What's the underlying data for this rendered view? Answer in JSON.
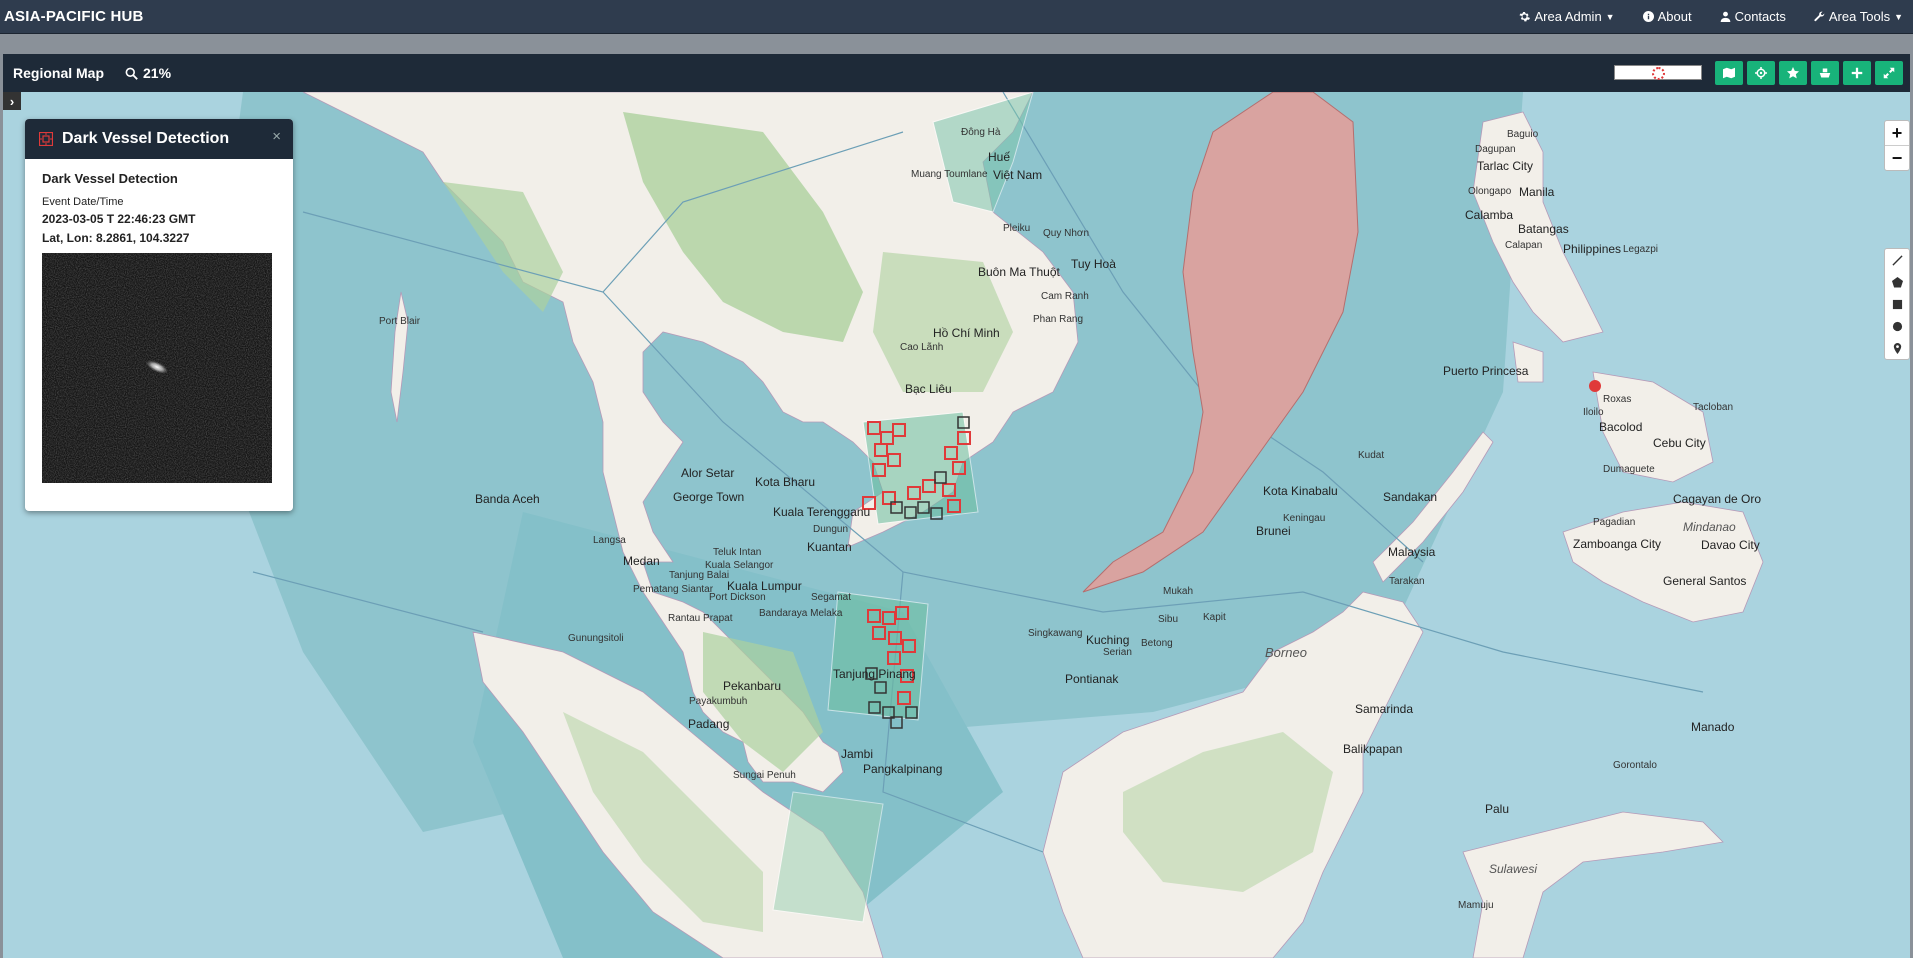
{
  "app": {
    "brand": "ASIA-PACIFIC HUB"
  },
  "nav": {
    "area_admin": "Area Admin",
    "about": "About",
    "contacts": "Contacts",
    "area_tools": "Area Tools"
  },
  "toolbar": {
    "title": "Regional Map",
    "zoom": "21%",
    "buttons": [
      "map-icon",
      "crosshair-icon",
      "star-icon",
      "ship-icon",
      "plus-icon",
      "expand-icon"
    ]
  },
  "popup": {
    "title": "Dark Vessel Detection",
    "name": "Dark Vessel Detection",
    "event_label": "Event Date/Time",
    "event_value": "2023-03-05 T 22:46:23 GMT",
    "latlon": "Lat, Lon: 8.2861, 104.3227",
    "close": "×"
  },
  "map": {
    "zoom_in": "+",
    "zoom_out": "−",
    "labels": {
      "vietnam": "Việt Nam",
      "hue": "Huế",
      "tuy_hoa": "Tuy Hoà",
      "buon_ma_thuot": "Buôn Ma Thuột",
      "ho_chi_minh": "Hồ Chí Minh",
      "bac_lieu": "Bạc Liêu",
      "pleiku": "Pleiku",
      "quy_nhon": "Quy Nhơn",
      "cam_ranh": "Cam Ranh",
      "phan_rang": "Phan Rang",
      "cao_lanh": "Cao Lãnh",
      "port_blair": "Port Blair",
      "alor_setar": "Alor Setar",
      "george_town": "George Town",
      "kota_bharu": "Kota Bharu",
      "kuala_terengganu": "Kuala Terengganu",
      "kuantan": "Kuantan",
      "kuala_lumpur": "Kuala Lumpur",
      "banda_aceh": "Banda Aceh",
      "medan": "Medan",
      "pekanbaru": "Pekanbaru",
      "padang": "Padang",
      "jambi": "Jambi",
      "tanjung_pinang": "Tanjung Pinang",
      "pangkalpinang": "Pangkalpinang",
      "kuching": "Kuching",
      "pontianak": "Pontianak",
      "borneo": "Borneo",
      "brunei": "Brunei",
      "kota_kinabalu": "Kota Kinabalu",
      "sandakan": "Sandakan",
      "malaysia": "Malaysia",
      "samarinda": "Samarinda",
      "balikpapan": "Balikpapan",
      "puerto_princesa": "Puerto Princesa",
      "manila": "Manila",
      "tarlac": "Tarlac City",
      "batangas": "Batangas",
      "philippines": "Philippines",
      "cebu": "Cebu City",
      "bacolod": "Bacolod",
      "zamboanga": "Zamboanga City",
      "davao": "Davao City",
      "general_santos": "General Santos",
      "cagayan": "Cagayan de Oro",
      "mindanao": "Mindanao",
      "sulawesi": "Sulawesi",
      "manado": "Manado",
      "gorontalo": "Gorontalo",
      "palu": "Palu",
      "tacloban": "Tacloban",
      "legazpi": "Legazpi",
      "baguio": "Baguio",
      "dagupan": "Dagupan",
      "calamba": "Calamba",
      "olongapo": "Olongapo",
      "calapan": "Calapan",
      "dumaguete": "Dumaguete",
      "iloilo": "Iloilo",
      "roxas": "Roxas",
      "pagadian": "Pagadian",
      "langsa": "Langsa",
      "pematang": "Pematang Siantar",
      "tanjung_balai": "Tanjung Balai",
      "kuala_selangor": "Kuala Selangor",
      "port_dickson": "Port Dickson",
      "bandaraya_melaka": "Bandaraya Melaka",
      "segamat": "Segamat",
      "dungun": "Dungun",
      "teluk_intan": "Teluk Intan",
      "rantau_prapat": "Rantau Prapat",
      "gunungsitoli": "Gunungsitoli",
      "payakumbuh": "Payakumbuh",
      "sungai_penuh": "Sungai Penuh",
      "sibu": "Sibu",
      "kapit": "Kapit",
      "betong": "Betong",
      "serian": "Serian",
      "singkawang": "Singkawang",
      "mukah": "Mukah",
      "keningau": "Keningau",
      "kudat": "Kudat",
      "tarakan": "Tarakan",
      "mamuju": "Mamuju",
      "dong_ha": "Đông Hà",
      "muang_toumlane": "Muang Toumlane"
    }
  },
  "colors": {
    "nav_bg": "#2f3c4e",
    "toolbar_bg": "#1e2a38",
    "accent_green": "#18b37a",
    "water": "#aad3df",
    "detection_red": "#e03a3a",
    "claim_area": "#d9a3a0"
  }
}
